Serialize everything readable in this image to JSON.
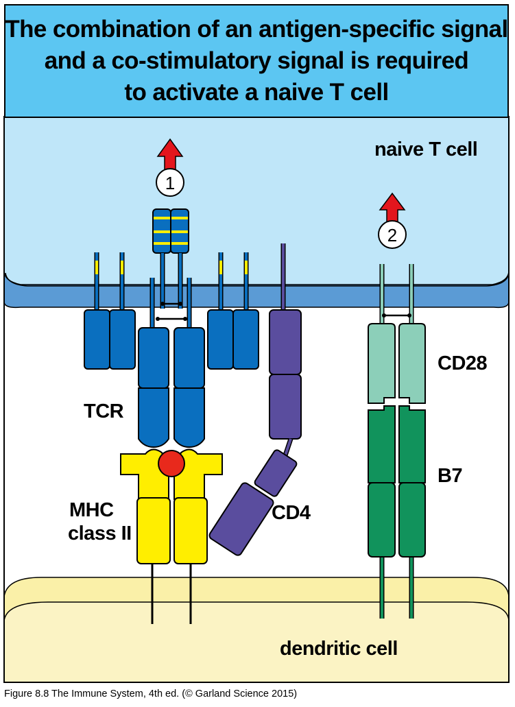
{
  "title": {
    "lines": [
      "The combination of an antigen-specific signal",
      "and a co-stimulatory signal is required",
      "to activate a naive T cell"
    ]
  },
  "labels": {
    "naive_t_cell": "naive T cell",
    "dendritic_cell": "dendritic cell",
    "tcr": "TCR",
    "mhc_line1": "MHC",
    "mhc_line2": "class II",
    "cd4": "CD4",
    "cd28": "CD28",
    "b7": "B7",
    "signal_1": "1",
    "signal_2": "2"
  },
  "caption": "Figure 8.8 The Immune System, 4th ed. (© Garland Science 2015)",
  "colors": {
    "title_background": "#5cc6f2",
    "t_cell_cytoplasm": "#bfe6f9",
    "t_cell_membrane": "#5b9bd5",
    "dendritic_cell": "#faf0a8",
    "tcr_blue": "#0a6fbf",
    "mhc_yellow": "#ffee00",
    "antigen_red": "#e8291c",
    "cd4_purple": "#5a4d9e",
    "cd28_mint": "#8ccfb9",
    "b7_green": "#11935c",
    "signal_arrow_red": "#e3161d"
  }
}
